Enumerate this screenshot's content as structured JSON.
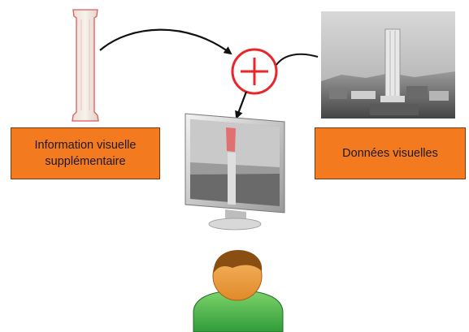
{
  "labels": {
    "left_box_line1": "Information visuelle",
    "left_box_line2": "supplémentaire",
    "right_box": "Données visuelles"
  },
  "colors": {
    "label_fill": "#f47a20",
    "label_border": "#7a3a0c",
    "plus_red": "#e8262b",
    "arrow": "#111111",
    "column_outline": "#e05050",
    "person_skin": "#f2a24a",
    "person_hair": "#8a4e12",
    "person_shirt": "#3db54a"
  },
  "icons": [
    "column-drawing-icon",
    "plus-circle-icon",
    "ruins-photo",
    "monitor-icon",
    "user-icon"
  ]
}
